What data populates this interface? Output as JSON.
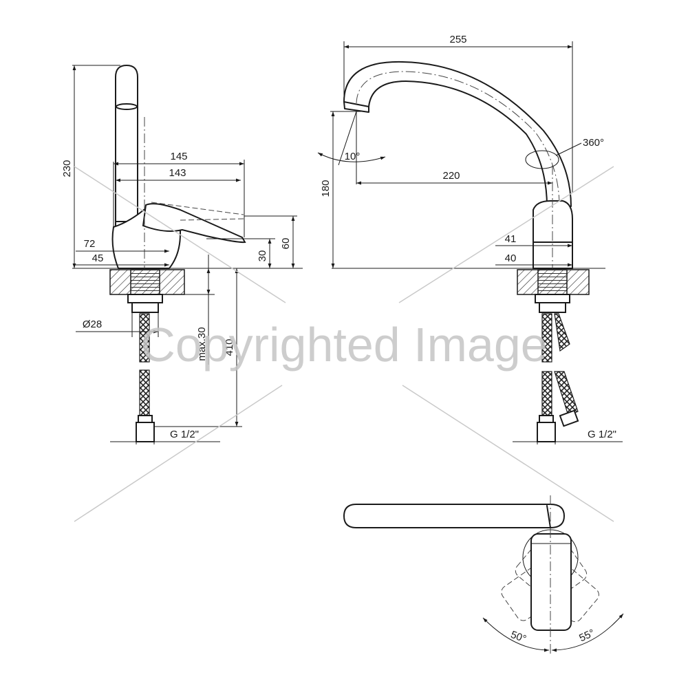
{
  "watermark": {
    "text": "Copyrighted Image"
  },
  "dimensions": {
    "side_height_total": "230",
    "lever_length_outer": "145",
    "lever_length_inner": "143",
    "base_length": "72",
    "base_width": "45",
    "lever_height_small": "30",
    "lever_height_large": "60",
    "hose_diameter": "Ø28",
    "max_countertop": "max.30",
    "hose_length": "410",
    "thread_side": "G 1/2\"",
    "spout_reach": "255",
    "spout_rotation": "360°",
    "spout_tilt": "10°",
    "spout_inner_reach": "220",
    "front_height": "180",
    "body_width_upper": "41",
    "body_width_lower": "40",
    "thread_front": "G 1/2\"",
    "lever_angle_left": "50°",
    "lever_angle_right": "55°"
  }
}
